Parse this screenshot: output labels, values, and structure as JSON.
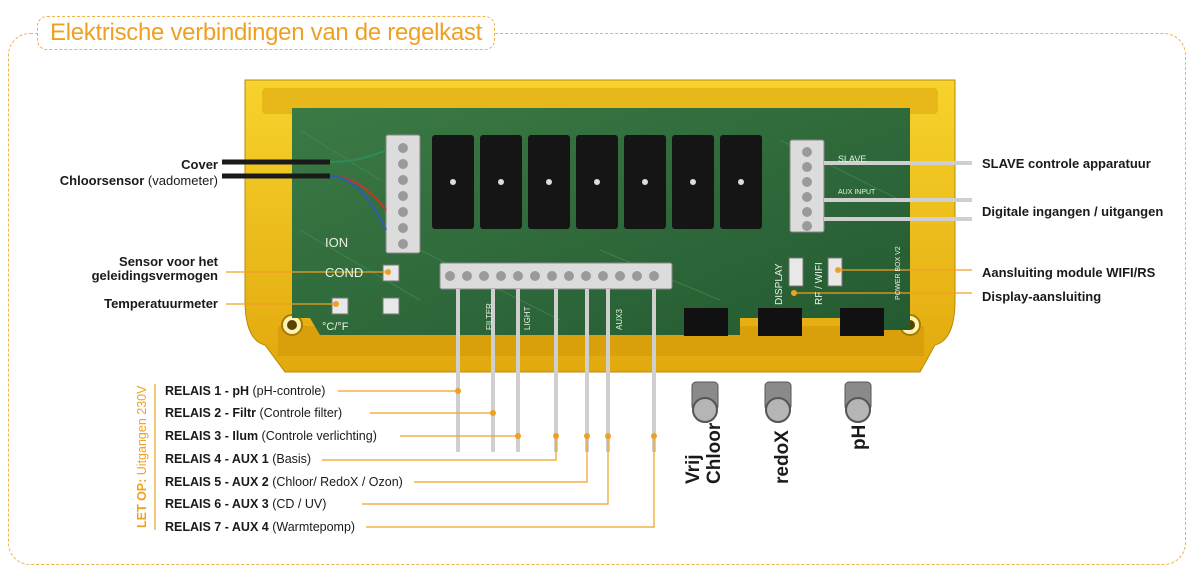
{
  "title": "Elektrische verbindingen van de regelkast",
  "colors": {
    "accent": "#f0a020",
    "housing": "#f3c51d",
    "board": "#2f6b3a",
    "leader": "#f0a020"
  },
  "left_labels": {
    "cover": "Cover",
    "chloor_bold": "Chloorsensor",
    "chloor_rest": " (vadometer)",
    "sensor_line1": "Sensor voor het",
    "sensor_line2": "geleidingsvermogen",
    "temp": "Temperatuurmeter"
  },
  "right_labels": {
    "slave": "SLAVE controle apparatuur",
    "digital": "Digitale ingangen / uitgangen",
    "wifi": "Aansluiting module WIFI/RS",
    "display": "Display-aansluiting"
  },
  "board_text": {
    "ion": "ION",
    "cond": "COND",
    "temp": "°C/°F",
    "display": "DISPLAY",
    "rf_wifi": "RF / WIFI",
    "powerbox": "POWER BOX V2",
    "slave": "SLAVE",
    "aux_input": "AUX INPUT",
    "filter": "FILTER",
    "light": "LIGHT",
    "aux3": "AUX3"
  },
  "relays": [
    {
      "bold": "RELAIS  1 - pH",
      "rest": " (pH-controle)"
    },
    {
      "bold": "RELAIS  2 - Filtr",
      "rest": " (Controle filter)"
    },
    {
      "bold": "RELAIS  3 - Ilum",
      "rest": " (Controle verlichting)"
    },
    {
      "bold": "RELAIS  4 - AUX 1",
      "rest": " (Basis)"
    },
    {
      "bold": "RELAIS  5 - AUX 2",
      "rest": " (Chloor/ RedoX / Ozon)"
    },
    {
      "bold": "RELAIS  6 - AUX 3",
      "rest": " (CD / UV)"
    },
    {
      "bold": "RELAIS  7 - AUX 4",
      "rest": " (Warmtepomp)"
    }
  ],
  "vertical_note": {
    "bold": "LET OP:",
    "rest": " Uitgangen 230V"
  },
  "bnc": [
    {
      "line1": "Vrij",
      "line2": "Chloor"
    },
    {
      "line1": "redoX",
      "line2": ""
    },
    {
      "line1": "pH",
      "line2": ""
    }
  ]
}
